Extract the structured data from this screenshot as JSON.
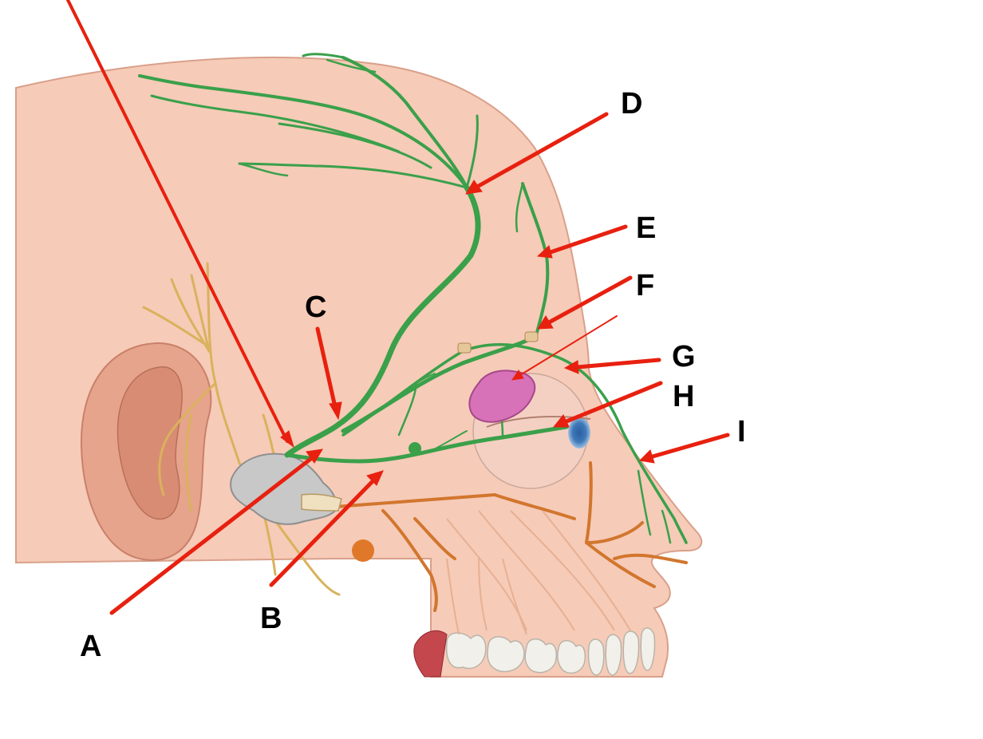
{
  "labels": {
    "a": "A",
    "b": "B",
    "c": "C",
    "d": "D",
    "e": "E",
    "f": "F",
    "g": "G",
    "h": "H",
    "i": "I"
  },
  "colors": {
    "skin": "#f6cbb8",
    "skin_edge": "#d9a08a",
    "nerve": "#3aa04a",
    "nerve_dark": "#2b7f38",
    "arrow": "#e8200f",
    "ear": "#e7a48c",
    "sensory_nerve": "#d9b25c",
    "orange_nerve": "#d2762e",
    "gland": "#d872b8",
    "ganglion": "#c8c8c8",
    "teeth": "#f2f0ea",
    "muscle": "#c4474e"
  }
}
